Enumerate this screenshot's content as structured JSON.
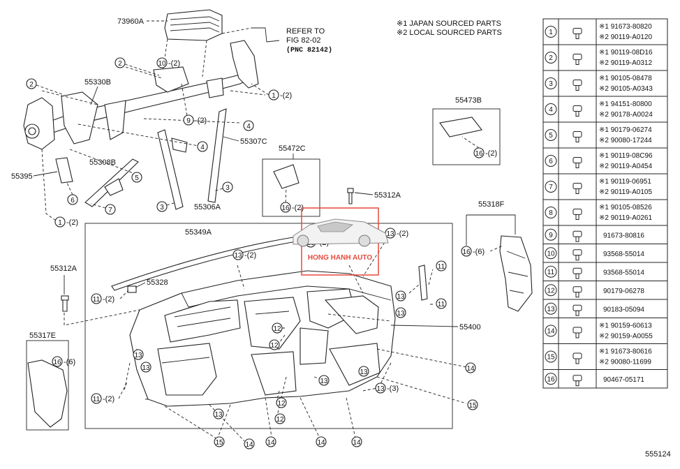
{
  "notes": {
    "japan": "※1 JAPAN SOURCED PARTS",
    "local": "※2 LOCAL SOURCED PARTS"
  },
  "refer": {
    "line1": "REFER TO",
    "line2": "FIG 82-02",
    "line3": "(PNC 82142)"
  },
  "labels": {
    "p73960A": "73960A",
    "p55330B": "55330B",
    "p55395": "55395",
    "p55308B": "55308B",
    "p55306A": "55306A",
    "p55307C": "55307C",
    "p55472C": "55472C",
    "p55312A_top": "55312A",
    "p55473B": "55473B",
    "p55318F": "55318F",
    "p55349A": "55349A",
    "p55312A_left": "55312A",
    "p55328": "55328",
    "p55400": "55400",
    "p55317E": "55317E"
  },
  "callouts": {
    "q2": "-(2)",
    "q3": "-(3)",
    "q6": "-(6)",
    "p13q2": "-(2)"
  },
  "figure_number": "555124",
  "watermark": "HONG HANH AUTO",
  "table": [
    {
      "num": "1",
      "l1": "※1 91673-80820",
      "l2": "※2 90119-A0120"
    },
    {
      "num": "2",
      "l1": "※1 90119-08D16",
      "l2": "※2 90119-A0312"
    },
    {
      "num": "3",
      "l1": "※1 90105-08478",
      "l2": "※2 90105-A0343"
    },
    {
      "num": "4",
      "l1": "※1 94151-80800",
      "l2": "※2 90178-A0024"
    },
    {
      "num": "5",
      "l1": "※1 90179-06274",
      "l2": "※2 90080-17244"
    },
    {
      "num": "6",
      "l1": "※1 90119-08C96",
      "l2": "※2 90119-A0454"
    },
    {
      "num": "7",
      "l1": "※1 90119-06951",
      "l2": "※2 90119-A0105"
    },
    {
      "num": "8",
      "l1": "※1 90105-08526",
      "l2": "※2 90119-A0261"
    },
    {
      "num": "9",
      "l1": "91673-80816",
      "l2": ""
    },
    {
      "num": "10",
      "l1": "93568-55014",
      "l2": ""
    },
    {
      "num": "11",
      "l1": "93568-55014",
      "l2": ""
    },
    {
      "num": "12",
      "l1": "90179-06278",
      "l2": ""
    },
    {
      "num": "13",
      "l1": "90183-05094",
      "l2": ""
    },
    {
      "num": "14",
      "l1": "※1 90159-60613",
      "l2": "※2 90159-A0055"
    },
    {
      "num": "15",
      "l1": "※1 91673-80616",
      "l2": "※2 90080-11699"
    },
    {
      "num": "16",
      "l1": "90467-05171",
      "l2": ""
    }
  ]
}
